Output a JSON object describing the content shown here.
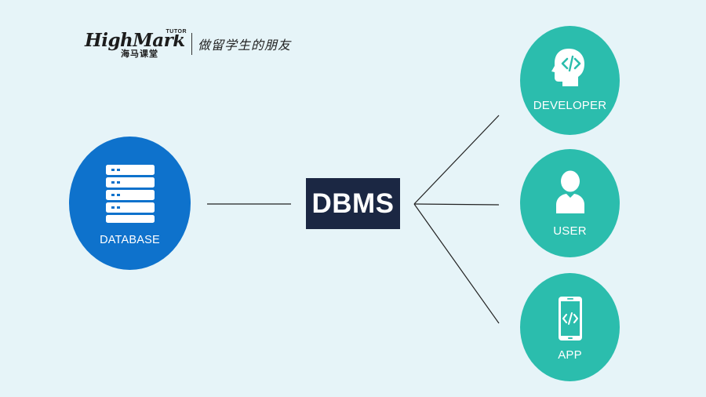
{
  "logo": {
    "wordmark": "HighMark",
    "tag": "TUTOR",
    "chinese": "海马课堂",
    "slogan": "做留学生的朋友"
  },
  "center": {
    "label": "DBMS"
  },
  "database": {
    "label": "DATABASE",
    "icon": "database-icon"
  },
  "consumers": [
    {
      "label": "DEVELOPER",
      "icon": "developer-head-code-icon"
    },
    {
      "label": "USER",
      "icon": "user-icon"
    },
    {
      "label": "APP",
      "icon": "mobile-app-code-icon"
    }
  ],
  "colors": {
    "background": "#e6f4f8",
    "database": "#0e72cc",
    "consumer": "#2bbdad",
    "dbms_box": "#1b2743",
    "line": "#222222"
  }
}
